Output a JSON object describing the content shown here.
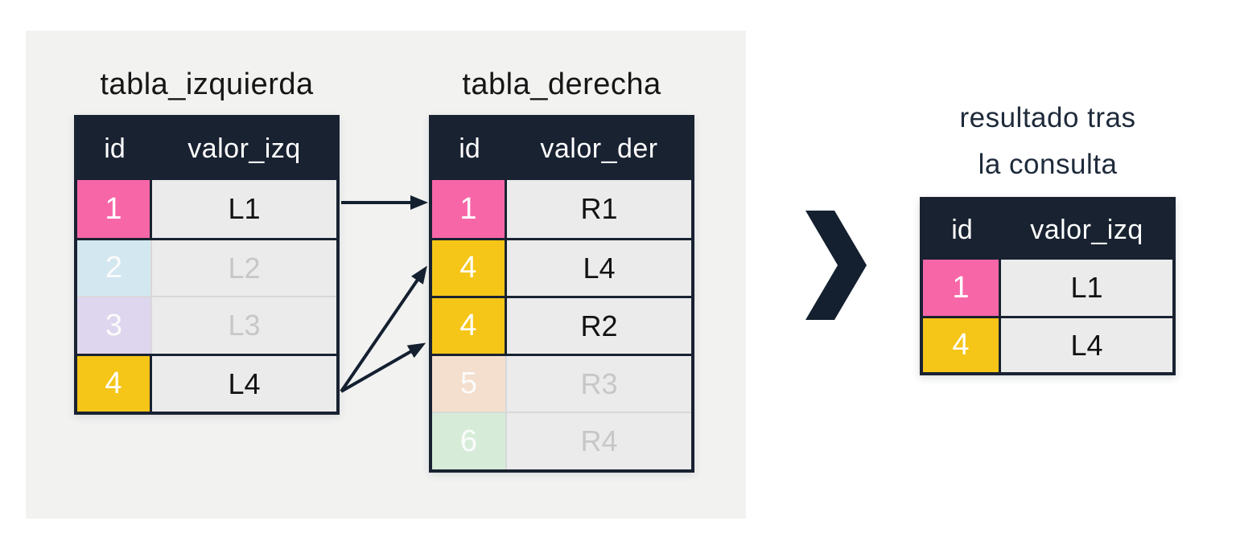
{
  "diagram": {
    "left_table": {
      "title": "tabla_izquierda",
      "headers": {
        "id": "id",
        "value": "valor_izq"
      },
      "rows": [
        {
          "id": "1",
          "value": "L1",
          "id_bg": "#F767A7",
          "faded": false
        },
        {
          "id": "2",
          "value": "L2",
          "id_bg": "#D3E7F0",
          "faded": true
        },
        {
          "id": "3",
          "value": "L3",
          "id_bg": "#DED5EE",
          "faded": true
        },
        {
          "id": "4",
          "value": "L4",
          "id_bg": "#F5C517",
          "faded": false
        }
      ]
    },
    "right_table": {
      "title": "tabla_derecha",
      "headers": {
        "id": "id",
        "value": "valor_der"
      },
      "rows": [
        {
          "id": "1",
          "value": "R1",
          "id_bg": "#F767A7",
          "faded": false
        },
        {
          "id": "4",
          "value": "L4",
          "id_bg": "#F5C517",
          "faded": false
        },
        {
          "id": "4",
          "value": "R2",
          "id_bg": "#F5C517",
          "faded": false
        },
        {
          "id": "5",
          "value": "R3",
          "id_bg": "#F4DECD",
          "faded": true
        },
        {
          "id": "6",
          "value": "R4",
          "id_bg": "#D6ECD9",
          "faded": true
        }
      ]
    },
    "result_table": {
      "title_line1": "resultado tras",
      "title_line2": "la consulta",
      "headers": {
        "id": "id",
        "value": "valor_izq"
      },
      "rows": [
        {
          "id": "1",
          "value": "L1",
          "id_bg": "#F767A7",
          "faded": false
        },
        {
          "id": "4",
          "value": "L4",
          "id_bg": "#F5C517",
          "faded": false
        }
      ]
    },
    "colors": {
      "header_bg": "#192231",
      "border_dark": "#192231",
      "border_light": "#D8D8D8",
      "cell_bg": "#EBEBEB",
      "panel_bg": "#F2F2F1",
      "faded_text": "#C7C7C7",
      "arrow": "#14202F",
      "pink": "#F767A7",
      "yellow": "#F5C517",
      "blue": "#D3E7F0",
      "lavender": "#DED5EE",
      "peach": "#F4DECD",
      "green": "#D6ECD9"
    }
  }
}
